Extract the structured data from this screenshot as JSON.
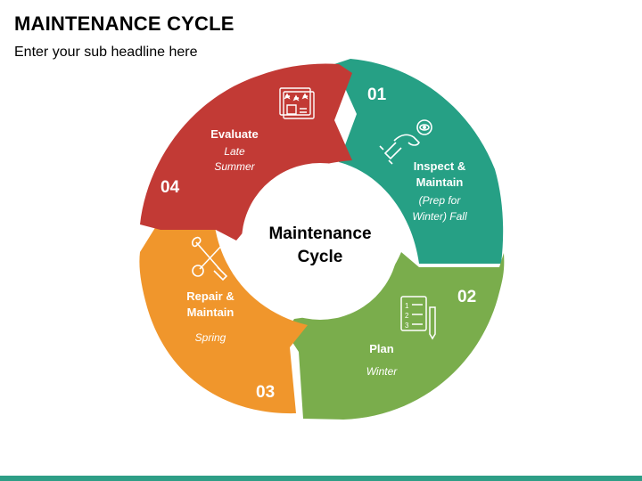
{
  "title": "MAINTENANCE CYCLE",
  "subtitle": "Enter your sub headline here",
  "center": {
    "line1": "Maintenance",
    "line2": "Cycle"
  },
  "colors": {
    "teal": "#26a085",
    "green": "#7aad4c",
    "orange": "#f0962c",
    "red": "#c23a35",
    "bottom_bar": "#2e9e86"
  },
  "segments": [
    {
      "number": "01",
      "title_line1": "Inspect &",
      "title_line2": "Maintain",
      "sub_line1": "(Prep for",
      "sub_line2": "Winter) Fall",
      "icon": "hand-inspect-eye-icon"
    },
    {
      "number": "02",
      "title_line1": "Plan",
      "sub_line1": "Winter",
      "icon": "numbered-list-pen-icon"
    },
    {
      "number": "03",
      "title_line1": "Repair &",
      "title_line2": "Maintain",
      "sub_line1": "Spring",
      "icon": "wrench-screwdriver-icon"
    },
    {
      "number": "04",
      "title_line1": "Evaluate",
      "sub_line1": "Late",
      "sub_line2": "Summer",
      "icon": "rating-board-icon"
    }
  ]
}
